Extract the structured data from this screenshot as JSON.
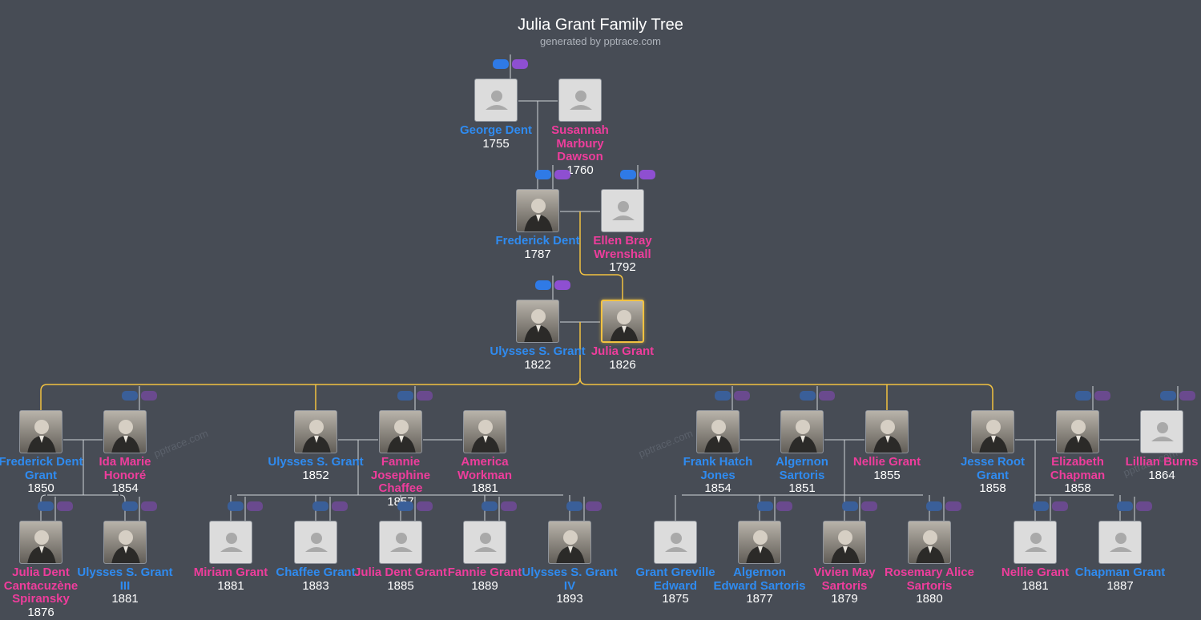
{
  "header": {
    "title": "Julia Grant Family Tree",
    "subtitle": "generated by pptrace.com"
  },
  "watermark": "pptrace.com",
  "colors": {
    "background": "#474c55",
    "male": "#2f8bf0",
    "female": "#ee3d9c",
    "focus_line": "#f2c240",
    "line": "#cfd3d8"
  },
  "people": {
    "george_dent": {
      "name": "George Dent",
      "year": "1755"
    },
    "susannah_dawson": {
      "name": "Susannah Marbury Dawson",
      "year": "1760"
    },
    "frederick_dent": {
      "name": "Frederick Dent",
      "year": "1787"
    },
    "ellen_wrenshall": {
      "name": "Ellen Bray Wrenshall",
      "year": "1792"
    },
    "ulysses_grant": {
      "name": "Ulysses S. Grant",
      "year": "1822"
    },
    "julia_grant": {
      "name": "Julia Grant",
      "year": "1826"
    },
    "frederick_dent_grant": {
      "name": "Frederick Dent Grant",
      "year": "1850"
    },
    "ida_honore": {
      "name": "Ida Marie Honoré",
      "year": "1854"
    },
    "ulysses_jr": {
      "name": "Ulysses S. Grant",
      "year": "1852"
    },
    "fannie_chaffee": {
      "name": "Fannie Josephine Chaffee",
      "year": "1857"
    },
    "america_workman": {
      "name": "America Workman",
      "year": "1881"
    },
    "frank_jones": {
      "name": "Frank Hatch Jones",
      "year": "1854"
    },
    "algernon_sartoris": {
      "name": "Algernon Sartoris",
      "year": "1851"
    },
    "nellie_grant": {
      "name": "Nellie Grant",
      "year": "1855"
    },
    "jesse_grant": {
      "name": "Jesse Root Grant",
      "year": "1858"
    },
    "elizabeth_chapman": {
      "name": "Elizabeth Chapman",
      "year": "1858"
    },
    "lillian_burns": {
      "name": "Lillian Burns",
      "year": "1864"
    },
    "julia_cantacuzene": {
      "name": "Julia Dent Cantacuzène Spiransky",
      "year": "1876"
    },
    "ulysses_iii": {
      "name": "Ulysses S. Grant III",
      "year": "1881"
    },
    "miriam_grant": {
      "name": "Miriam Grant",
      "year": "1881"
    },
    "chaffee_grant": {
      "name": "Chaffee Grant",
      "year": "1883"
    },
    "julia_dent_grant": {
      "name": "Julia Dent Grant",
      "year": "1885"
    },
    "fannie_grant": {
      "name": "Fannie Grant",
      "year": "1889"
    },
    "ulysses_iv": {
      "name": "Ulysses S. Grant IV",
      "year": "1893"
    },
    "grant_edward": {
      "name": "Grant Greville Edward",
      "year": "1875"
    },
    "algernon_edward": {
      "name": "Algernon Edward Sartoris",
      "year": "1877"
    },
    "vivien_sartoris": {
      "name": "Vivien May Sartoris",
      "year": "1879"
    },
    "rosemary_sartoris": {
      "name": "Rosemary Alice Sartoris",
      "year": "1880"
    },
    "nellie_grant_1881": {
      "name": "Nellie Grant",
      "year": "1881"
    },
    "chapman_grant": {
      "name": "Chapman Grant",
      "year": "1887"
    }
  }
}
